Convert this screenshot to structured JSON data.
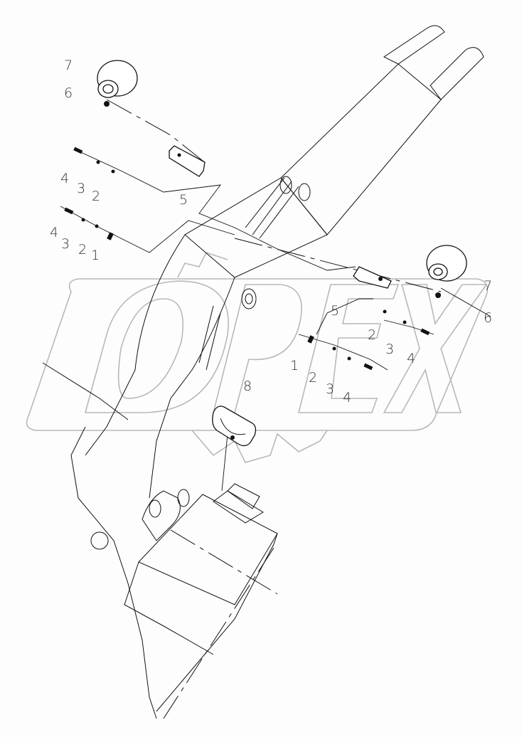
{
  "diagram": {
    "type": "exploded-parts-view",
    "subject": "Boom work lamp mounting assembly",
    "watermark": "OPEX",
    "colors": {
      "line": "#111111",
      "watermark": "#b8b8b8",
      "background": "#fdfdfd"
    }
  },
  "callouts": {
    "upper_left": {
      "lamp": "7",
      "nut": "6",
      "row_a": {
        "bolt": "4",
        "lock_washer": "3",
        "washer": "2"
      },
      "bracket": "5",
      "row_b": {
        "bolt": "4",
        "lock_washer": "3",
        "washer": "2",
        "clip": "1"
      }
    },
    "right": {
      "lamp": "7",
      "nut": "6",
      "bracket": "5",
      "row_a": {
        "washer": "2",
        "lock_washer": "3",
        "bolt": "4"
      },
      "row_b": {
        "clip": "1",
        "washer": "2",
        "lock_washer": "3",
        "bolt": "4"
      }
    },
    "center": {
      "cab_lamp": "8"
    }
  }
}
